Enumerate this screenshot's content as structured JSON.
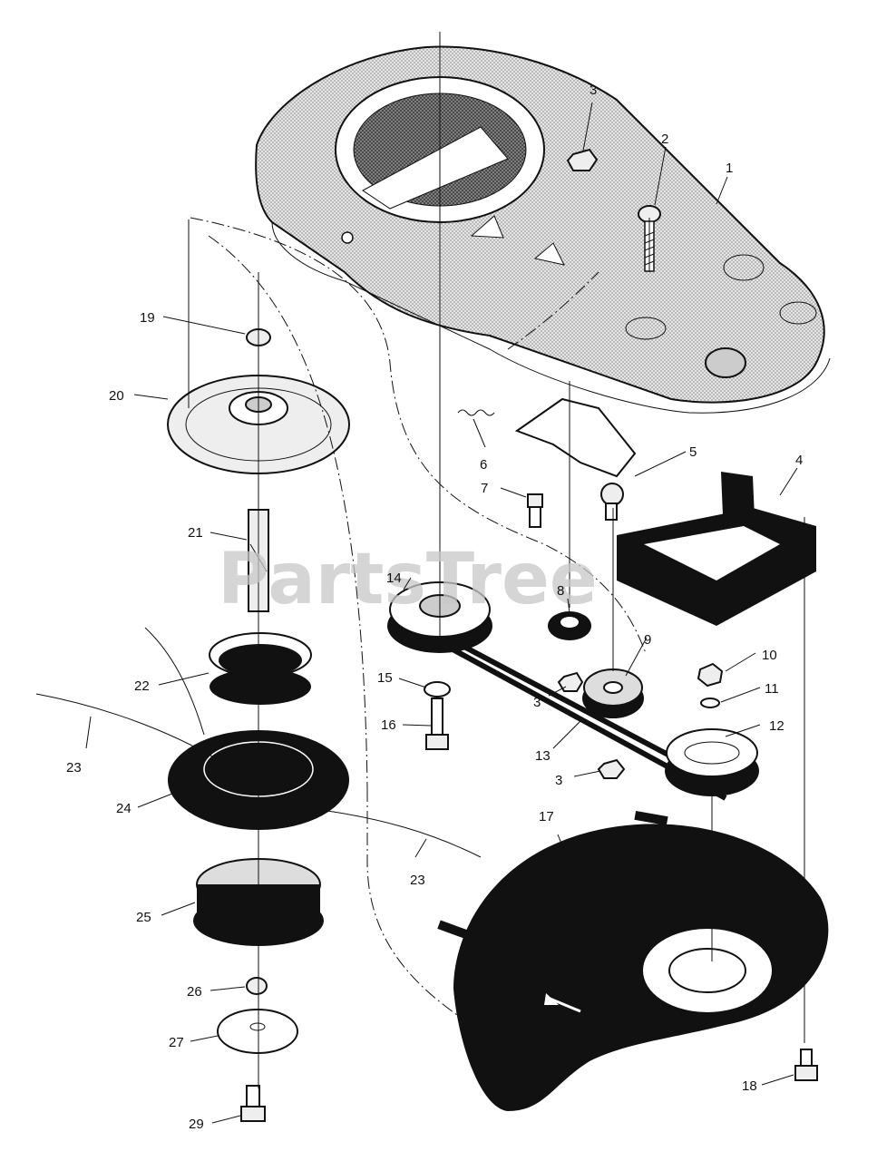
{
  "watermark": "PartsTree",
  "callouts": {
    "c1": "1",
    "c2": "2",
    "c3a": "3",
    "c3b": "3",
    "c3c": "3",
    "c4": "4",
    "c5": "5",
    "c6": "6",
    "c7": "7",
    "c8": "8",
    "c9": "9",
    "c10": "10",
    "c11": "11",
    "c12": "12",
    "c13": "13",
    "c14": "14",
    "c15": "15",
    "c16": "16",
    "c17": "17",
    "c18": "18",
    "c19": "19",
    "c20": "20",
    "c21": "21",
    "c22": "22",
    "c23a": "23",
    "c23b": "23",
    "c24": "24",
    "c25": "25",
    "c26": "26",
    "c27": "27",
    "c29": "29"
  },
  "colors": {
    "ink": "#111111",
    "shading": "#d9d9d9",
    "dark_part": "#111111",
    "watermark": "#c8c8c8"
  }
}
